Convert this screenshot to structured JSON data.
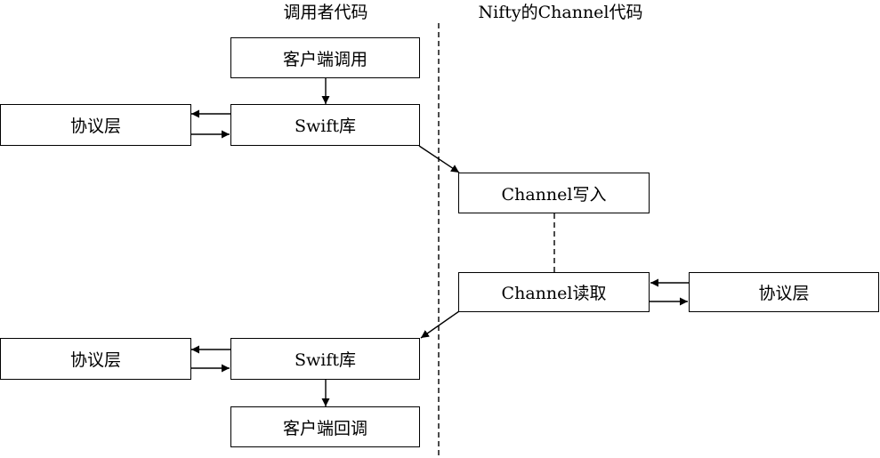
{
  "headers": {
    "caller_code": "调用者代码",
    "nifty_channel_code": "Nifty的Channel代码"
  },
  "boxes": {
    "client_call": "客户端调用",
    "swift_lib_top": "Swift库",
    "protocol_layer_top": "协议层",
    "channel_write": "Channel写入",
    "channel_read": "Channel读取",
    "protocol_layer_right": "协议层",
    "swift_lib_bottom": "Swift库",
    "protocol_layer_bottom": "协议层",
    "client_callback": "客户端回调"
  },
  "colors": {
    "line": "#000000",
    "background": "#ffffff"
  }
}
